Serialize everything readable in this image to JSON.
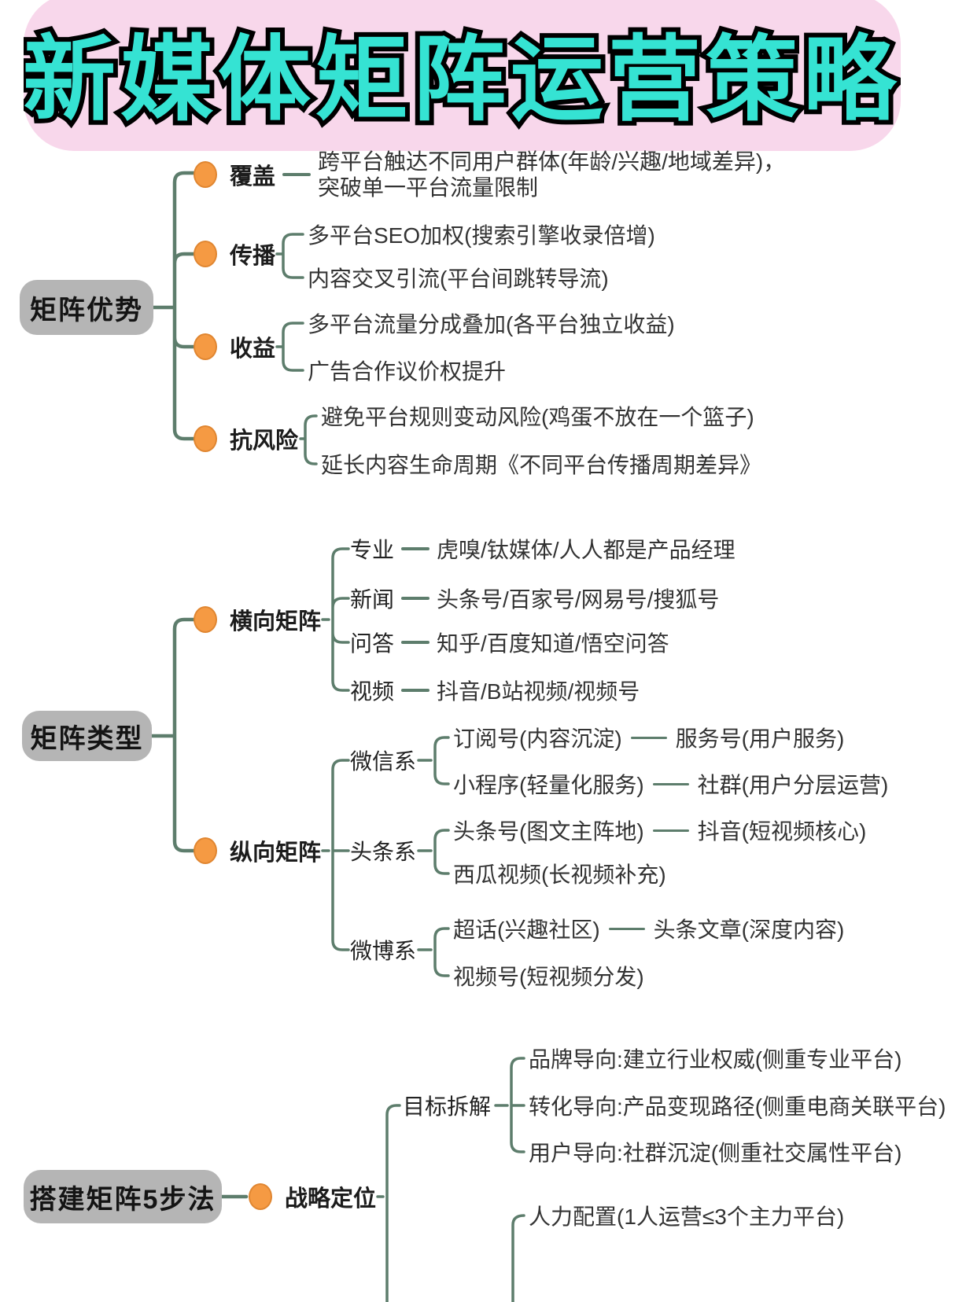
{
  "title": "新媒体矩阵运营策略",
  "colors": {
    "title_bg_pink": "#f8d7eb",
    "title_text_cyan": "#35e3d3",
    "title_outline": "#000000",
    "node_gray": "#b5b5b5",
    "line_green": "#5d7d6c",
    "dot_orange": "#f59a43"
  },
  "advantages": {
    "node": "矩阵优势",
    "coverage": {
      "label": "覆盖",
      "line1": "跨平台触达不同用户群体(年龄/兴趣/地域差异)，",
      "line2": "突破单一平台流量限制"
    },
    "spread": {
      "label": "传播",
      "leaf1": "多平台SEO加权(搜索引擎收录倍增)",
      "leaf2": "内容交叉引流(平台间跳转导流)"
    },
    "revenue": {
      "label": "收益",
      "leaf1": "多平台流量分成叠加(各平台独立收益)",
      "leaf2": "广告合作议价权提升"
    },
    "risk": {
      "label": "抗风险",
      "leaf1": "避免平台规则变动风险(鸡蛋不放在一个篮子)",
      "leaf2": "延长内容生命周期《不同平台传播周期差异》"
    }
  },
  "types": {
    "node": "矩阵类型",
    "horizontal": {
      "label": "横向矩阵",
      "rows": [
        {
          "label": "专业",
          "text": "虎嗅/钛媒体/人人都是产品经理"
        },
        {
          "label": "新闻",
          "text": "头条号/百家号/网易号/搜狐号"
        },
        {
          "label": "问答",
          "text": "知乎/百度知道/悟空问答"
        },
        {
          "label": "视频",
          "text": "抖音/B站视频/视频号"
        }
      ]
    },
    "vertical": {
      "label": "纵向矩阵",
      "wechat": {
        "label": "微信系",
        "row1": {
          "text": "订阅号(内容沉淀)",
          "link": "服务号(用户服务)"
        },
        "row2": {
          "text": "小程序(轻量化服务)",
          "link": "社群(用户分层运营)"
        }
      },
      "toutiao": {
        "label": "头条系",
        "row1": {
          "text": "头条号(图文主阵地)",
          "link": "抖音(短视频核心)"
        },
        "row2": {
          "text": "西瓜视频(长视频补充)"
        }
      },
      "weibo": {
        "label": "微博系",
        "row1": {
          "text": "超话(兴趣社区)",
          "link": "头条文章(深度内容)"
        },
        "row2": {
          "text": "视频号(短视频分发)"
        }
      }
    }
  },
  "steps": {
    "node": "搭建矩阵5步法",
    "strategy": {
      "label": "战略定位",
      "goal": {
        "label": "目标拆解",
        "leaf1": "品牌导向:建立行业权威(侧重专业平台)",
        "leaf2": "转化导向:产品变现路径(侧重电商关联平台)",
        "leaf3": "用户导向:社群沉淀(侧重社交属性平台)"
      },
      "resource": {
        "leaf1": "人力配置(1人运营≤3个主力平台)"
      }
    }
  }
}
